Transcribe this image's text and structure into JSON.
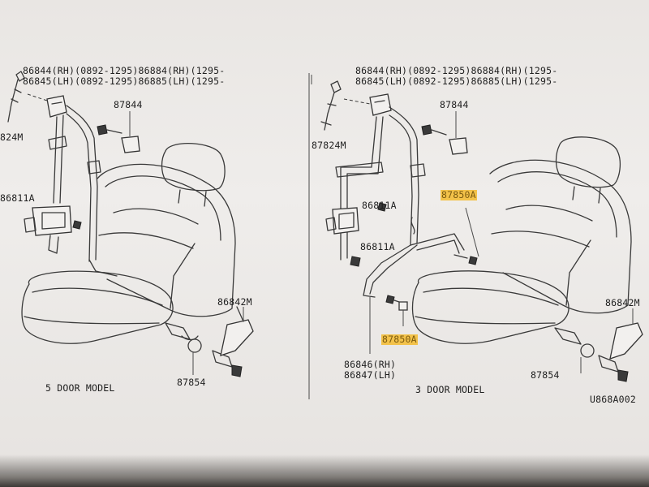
{
  "left_panel": {
    "header_line1": "86844(RH)(0892-1295)86884(RH)(1295-",
    "header_line2": "86845(LH)(0892-1295)86885(LH)(1295-",
    "part_87844": "87844",
    "part_87824m_partial": "824M",
    "part_86811a_partial": "86811A",
    "part_86842m": "86842M",
    "part_87854": "87854",
    "model_label": "5 DOOR MODEL"
  },
  "right_panel": {
    "header_line1": "86844(RH)(0892-1295)86884(RH)(1295-",
    "header_line2": "86845(LH)(0892-1295)86885(LH)(1295-",
    "part_87844": "87844",
    "part_87824m": "87824M",
    "part_86811a_upper": "86811A",
    "part_86811a_lower": "86811A",
    "part_87850a_upper": "87850A",
    "part_87850a_lower": "87850A",
    "part_86846": "86846(RH)",
    "part_86847": "86847(LH)",
    "part_86842m": "86842M",
    "part_87854": "87854",
    "model_label": "3 DOOR MODEL",
    "drawing_code": "U868A002"
  },
  "colors": {
    "highlight": "#f3c24a",
    "line": "#3a3a3a",
    "paper": "#eceae7"
  }
}
